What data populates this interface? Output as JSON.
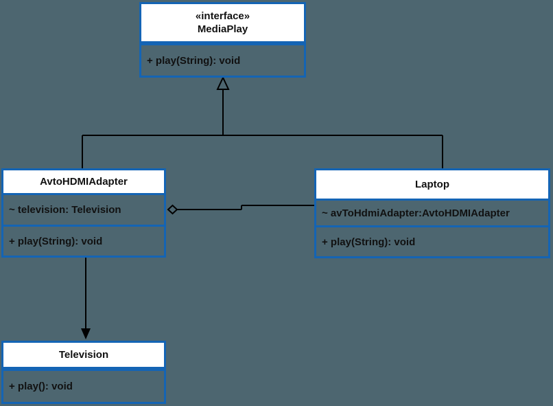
{
  "diagram": {
    "type": "uml-class-diagram",
    "background_color": "#4d6670",
    "border_color": "#1464b4",
    "header_fill": "#ffffff",
    "body_fill": "#4d6670",
    "line_color": "#000000"
  },
  "classes": {
    "mediaplay": {
      "stereotype": "«interface»",
      "name": "MediaPlay",
      "operations": [
        "+ play(String): void"
      ]
    },
    "avtohdmiadapter": {
      "name": "AvtoHDMIAdapter",
      "attributes": [
        "~ television: Television"
      ],
      "operations": [
        "+ play(String): void"
      ]
    },
    "laptop": {
      "name": "Laptop",
      "attribute_prefix": "~ avToHdmiAdapter: ",
      "attribute_type": "AvtoHDMIAdapter",
      "operations": [
        "+ play(String): void"
      ]
    },
    "television": {
      "name": "Television",
      "operations": [
        "+ play(): void"
      ]
    }
  },
  "relationships": [
    {
      "name": "realization-avtohdmiadapter-mediaplay",
      "kind": "realization",
      "from": "AvtoHDMIAdapter",
      "to": "MediaPlay"
    },
    {
      "name": "realization-laptop-mediaplay",
      "kind": "realization",
      "from": "Laptop",
      "to": "MediaPlay"
    },
    {
      "name": "aggregation-laptop-avtohdmiadapter",
      "kind": "aggregation",
      "from": "Laptop",
      "to": "AvtoHDMIAdapter"
    },
    {
      "name": "association-avtohdmiadapter-television",
      "kind": "association",
      "from": "AvtoHDMIAdapter",
      "to": "Television"
    }
  ]
}
